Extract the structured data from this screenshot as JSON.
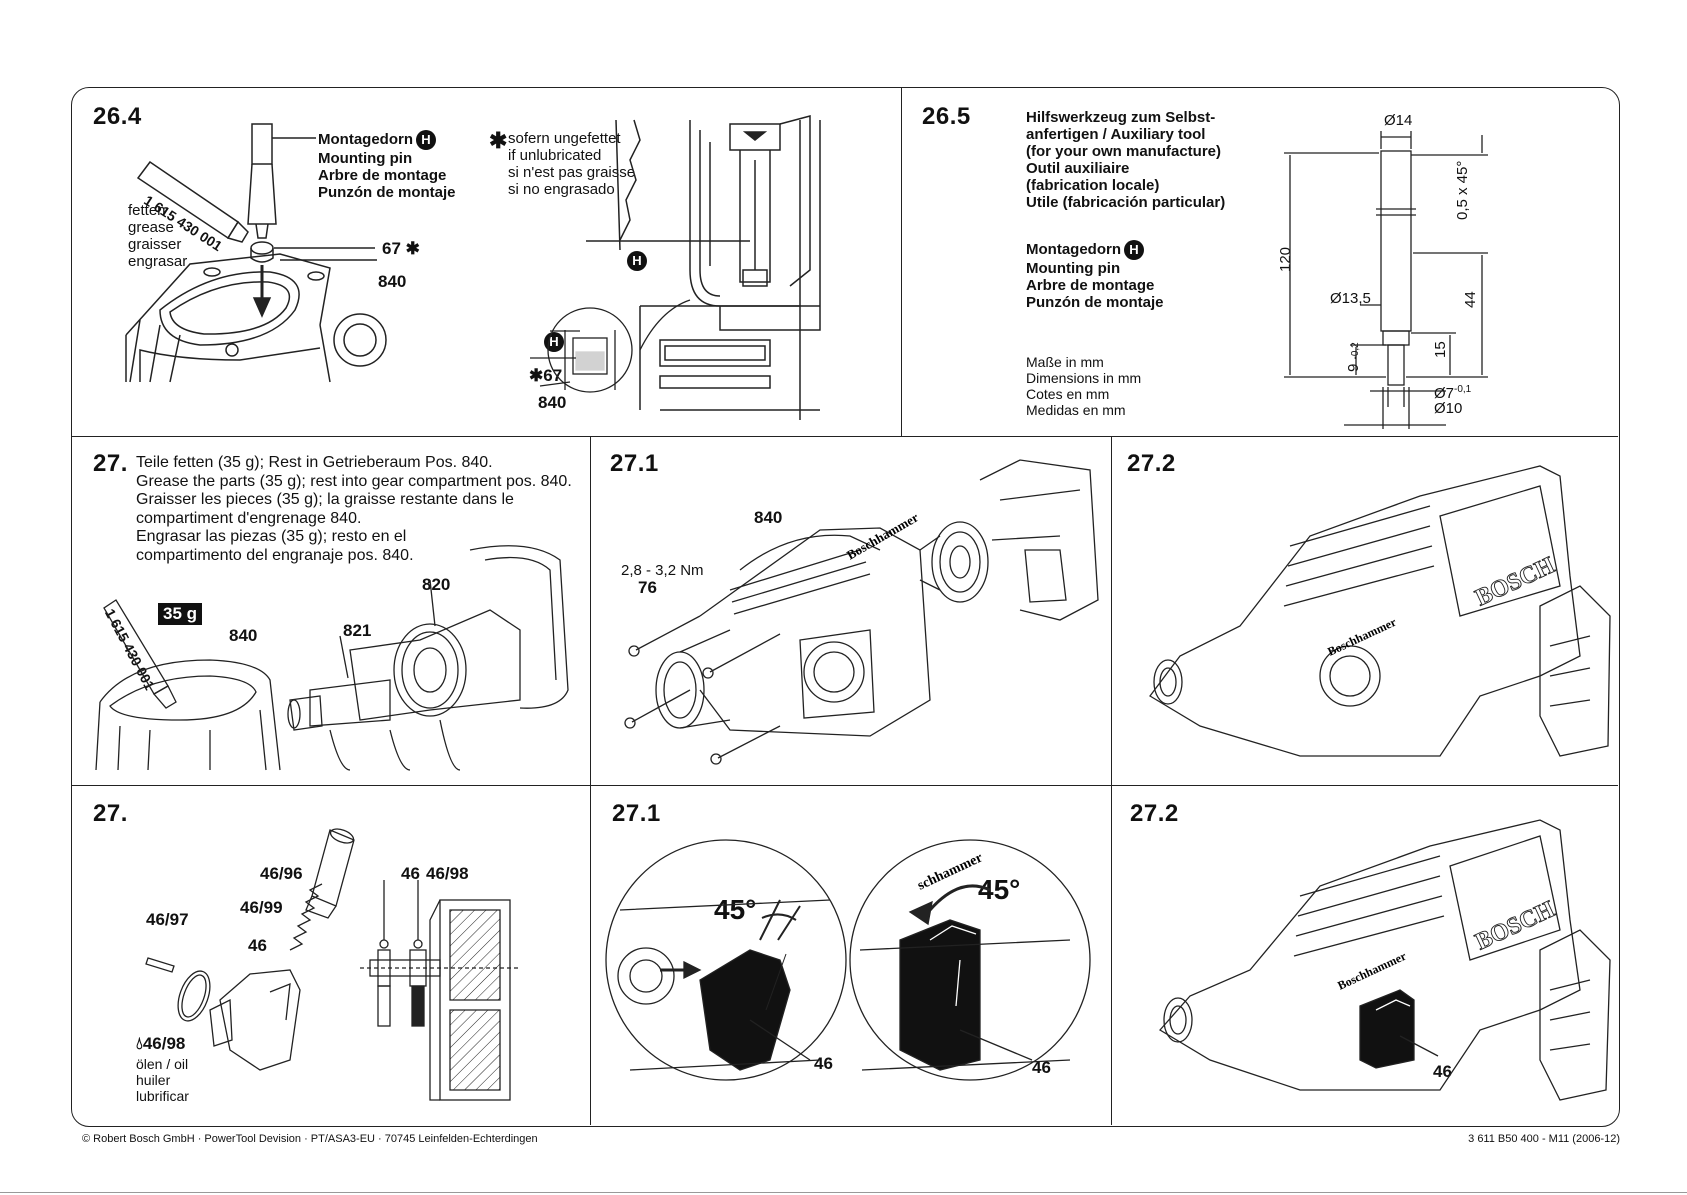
{
  "s264": {
    "num": "26.4",
    "pin": [
      "Montagedorn",
      "Mounting pin",
      "Arbre de montage",
      "Punzón de montaje"
    ],
    "grease": [
      "fetten",
      "grease",
      "graisser",
      "engrasar"
    ],
    "tube_code": "1 615 430 001",
    "p67": "67",
    "p840": "840",
    "note": [
      "sofern ungefettet",
      "if unlubricated",
      "si n'est pas graisse",
      "si no engrasado"
    ],
    "detail_67": "67",
    "detail_840": "840"
  },
  "s265": {
    "num": "26.5",
    "tool": [
      "Hilfswerkzeug zum Selbst-",
      "anfertigen  / Auxiliary tool",
      "(for your own manufacture)",
      "Outil auxiliaire",
      "(fabrication locale)",
      "Utile (fabricación particular)"
    ],
    "pin": [
      "Montagedorn",
      "Mounting pin",
      "Arbre de montage",
      "Punzón de montaje"
    ],
    "dims": [
      "Maße in mm",
      "Dimensions in mm",
      "Cotes en mm",
      "Medidas en mm"
    ],
    "d14": "Ø14",
    "chamfer": "0,5 x 45°",
    "len120": "120",
    "len44": "44",
    "d135": "Ø13,5",
    "len15": "15",
    "len9": "9",
    "tol9": "-0,2",
    "d7": "Ø7",
    "tol7": "-0,1",
    "d10": "Ø10"
  },
  "s27a": {
    "num": "27.",
    "text": [
      "Teile fetten (35 g); Rest in Getrieberaum Pos. 840.",
      "Grease the parts (35 g); rest into gear compartment pos. 840.",
      "Graisser les pieces (35 g); la graisse restante dans le",
      "compartiment d'engrenage 840.",
      "Engrasar las piezas (35 g); resto en el",
      "compartimento del engranaje pos. 840."
    ],
    "badge": "35 g",
    "tube_code": "1 615 430 001",
    "p840": "840",
    "p820": "820",
    "p821": "821"
  },
  "s271a": {
    "num": "27.1",
    "torque": "2,8 - 3,2 Nm",
    "p76": "76",
    "p840": "840",
    "brand": "Boschhammer"
  },
  "s272a": {
    "num": "27.2",
    "brand": "Boschhammer",
    "logo": "BOSCH"
  },
  "s27b": {
    "num": "27.",
    "p4696": "46/96",
    "p4699": "46/99",
    "p4697": "46/97",
    "p46": "46",
    "p4698": "46/98",
    "oil": [
      "ölen / oil",
      "huiler",
      "lubrificar"
    ],
    "x46": "46",
    "x4698": "46/98"
  },
  "s271b": {
    "num": "27.1",
    "angle1": "45°",
    "angle2": "45°",
    "p46a": "46",
    "p46b": "46",
    "brand": "schhammer"
  },
  "s272b": {
    "num": "27.2",
    "p46": "46",
    "brand": "Boschhammer",
    "logo": "BOSCH"
  },
  "footer": {
    "left": "© Robert Bosch GmbH · PowerTool Devision · PT/ASA3-EU · 70745 Leinfelden-Echterdingen",
    "right": "3 611 B50 400 - M11 (2006-12)"
  },
  "badge_h": "H"
}
